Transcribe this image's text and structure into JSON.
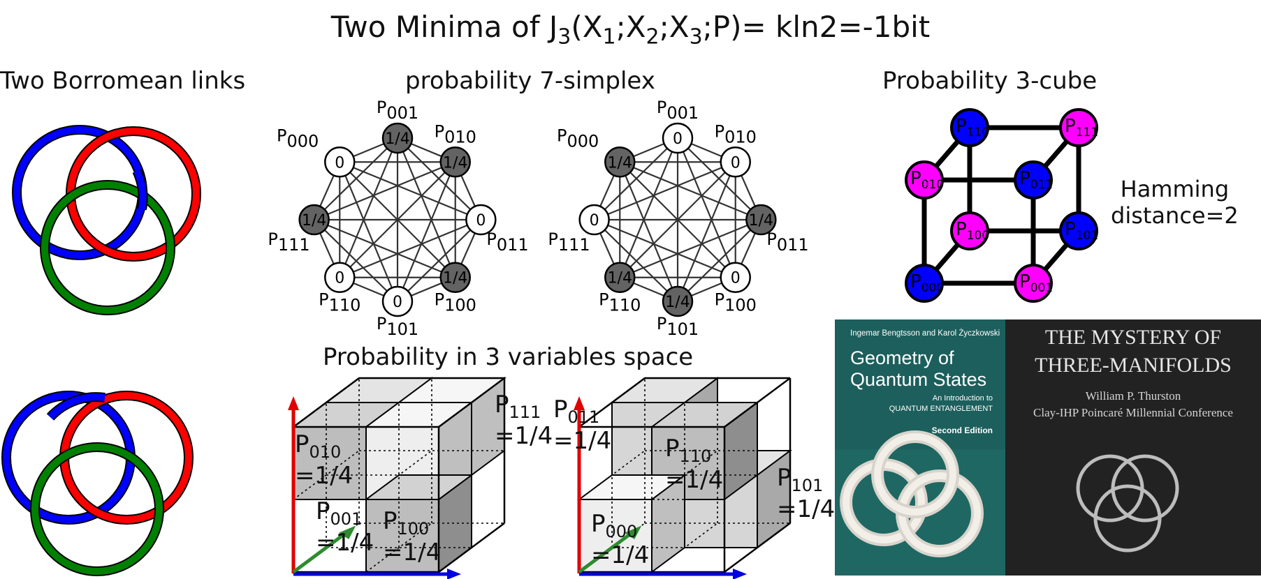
{
  "title": {
    "prefix": "Two Minima of J",
    "sub3": "3",
    "open": "(X",
    "s1": "1",
    "semi1": ";X",
    "s2": "2",
    "semi2": ";X",
    "s3": "3",
    "rest": ";P)= kln2=-1bit"
  },
  "headings": {
    "borromean": "Two Borromean links",
    "simplex": "probability 7-simplex",
    "cube3": "Probability 3-cube",
    "space3": "Probability in 3 variables space"
  },
  "hamming": {
    "line1": "Hamming",
    "line2": "distance=2"
  },
  "simplex_left": [
    {
      "label": "P",
      "sub": "000",
      "value": "0",
      "shaded": false
    },
    {
      "label": "P",
      "sub": "001",
      "value": "1/4",
      "shaded": true
    },
    {
      "label": "P",
      "sub": "010",
      "value": "1/4",
      "shaded": true
    },
    {
      "label": "P",
      "sub": "011",
      "value": "0",
      "shaded": false
    },
    {
      "label": "P",
      "sub": "100",
      "value": "1/4",
      "shaded": true
    },
    {
      "label": "P",
      "sub": "101",
      "value": "0",
      "shaded": false
    },
    {
      "label": "P",
      "sub": "110",
      "value": "0",
      "shaded": false
    },
    {
      "label": "P",
      "sub": "111",
      "value": "1/4",
      "shaded": true
    }
  ],
  "simplex_right": [
    {
      "label": "P",
      "sub": "000",
      "value": "1/4",
      "shaded": true
    },
    {
      "label": "P",
      "sub": "001",
      "value": "0",
      "shaded": false
    },
    {
      "label": "P",
      "sub": "010",
      "value": "0",
      "shaded": false
    },
    {
      "label": "P",
      "sub": "011",
      "value": "1/4",
      "shaded": true
    },
    {
      "label": "P",
      "sub": "100",
      "value": "0",
      "shaded": false
    },
    {
      "label": "P",
      "sub": "101",
      "value": "1/4",
      "shaded": true
    },
    {
      "label": "P",
      "sub": "110",
      "value": "1/4",
      "shaded": true
    },
    {
      "label": "P",
      "sub": "111",
      "value": "0",
      "shaded": false
    }
  ],
  "cube_nodes": [
    {
      "sub": "110",
      "color": "#0000ff"
    },
    {
      "sub": "111",
      "color": "#ff00ff"
    },
    {
      "sub": "010",
      "color": "#ff00ff"
    },
    {
      "sub": "011",
      "color": "#0000ff"
    },
    {
      "sub": "100",
      "color": "#ff00ff"
    },
    {
      "sub": "101",
      "color": "#0000ff"
    },
    {
      "sub": "000",
      "color": "#0000ff"
    },
    {
      "sub": "001",
      "color": "#ff00ff"
    }
  ],
  "cube_left_labels": {
    "p111": {
      "p": "P",
      "sub": "111",
      "eq": "=1/4"
    },
    "p010": {
      "p": "P",
      "sub": "010",
      "eq": "=1/4"
    },
    "p001": {
      "p": "P",
      "sub": "001",
      "eq": "=1/4"
    },
    "p100": {
      "p": "P",
      "sub": "100",
      "eq": "=1/4"
    }
  },
  "cube_right_labels": {
    "p011": {
      "p": "P",
      "sub": "011",
      "eq": "=1/4"
    },
    "p110": {
      "p": "P",
      "sub": "110",
      "eq": "=1/4"
    },
    "p101": {
      "p": "P",
      "sub": "101",
      "eq": "=1/4"
    },
    "p000": {
      "p": "P",
      "sub": "000",
      "eq": "=1/4"
    }
  },
  "book1": {
    "authors": "Ingemar Bengtsson and Karol Życzkowski",
    "title1": "Geometry of",
    "title2": "Quantum States",
    "sub1": "An Introduction to",
    "sub2": "QUANTUM ENTANGLEMENT",
    "edition": "Second Edition"
  },
  "book2": {
    "title1": "THE MYSTERY OF",
    "title2": "THREE-MANIFOLDS",
    "author": "William P. Thurston",
    "conference": "Clay-IHP Poincaré Millennial Conference"
  },
  "colors": {
    "blue": "#0000ff",
    "red": "#ff0000",
    "green": "#008000",
    "magenta": "#ff00ff",
    "shade": "#636363",
    "book1_bg": "#1f6763",
    "book2_bg": "#222222"
  }
}
